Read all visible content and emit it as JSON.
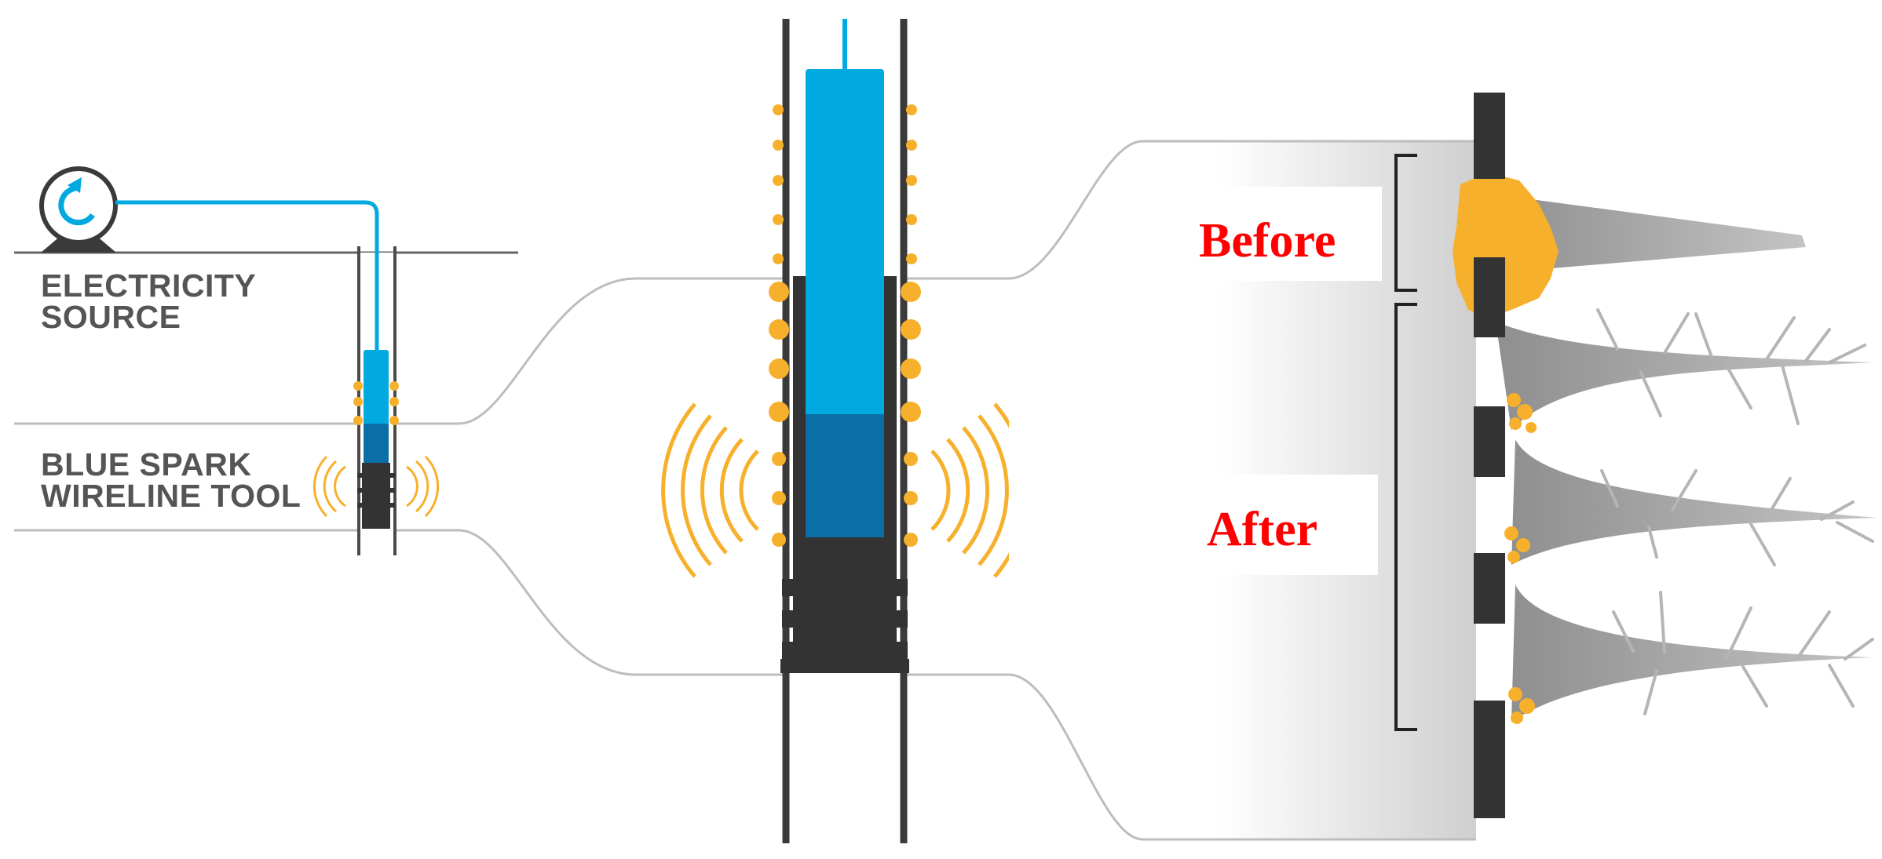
{
  "labels": {
    "electricity_line1": "ELECTRICITY",
    "electricity_line2": "SOURCE",
    "tool_line1": "BLUE SPARK",
    "tool_line2": "WIRELINE TOOL",
    "before": "Before",
    "after": "After"
  },
  "colors": {
    "tool_blue": "#00a9e0",
    "tool_dark_blue": "#0a6fa6",
    "tool_body": "#333333",
    "spark_orange": "#f7b02b",
    "guide_gray": "#b5b5b5",
    "rock_gray": "#a8a8a8",
    "label_red": "#ff0000"
  },
  "icons": [
    "electricity-source-icon",
    "sound-wave-icon",
    "fracture-icon"
  ]
}
